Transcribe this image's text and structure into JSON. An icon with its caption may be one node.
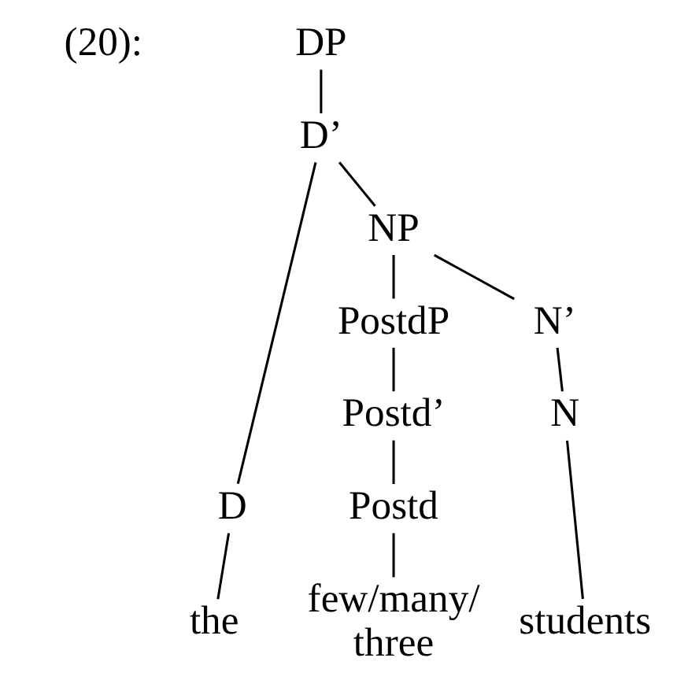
{
  "diagram": {
    "nodes": [
      {
        "text": [
          "DP"
        ]
      },
      {
        "text": [
          "D’"
        ]
      },
      {
        "text": [
          "D"
        ]
      },
      {
        "text": [
          "NP"
        ]
      },
      {
        "text": [
          "PostdP"
        ]
      },
      {
        "text": [
          "N’"
        ]
      },
      {
        "text": [
          "Postd’"
        ]
      },
      {
        "text": [
          "N"
        ]
      },
      {
        "text": [
          "Postd"
        ]
      },
      {
        "text": [
          "the"
        ]
      },
      {
        "text": [
          "few/many/ three"
        ]
      },
      {
        "text": [
          "students"
        ]
      }
    ],
    "edges": [
      {
        "from": 0,
        "to": 1,
        "arrow": "none"
      },
      {
        "from": 1,
        "to": 2,
        "arrow": "none"
      },
      {
        "from": 1,
        "to": 3,
        "arrow": "none"
      },
      {
        "from": 3,
        "to": 4,
        "arrow": "none"
      },
      {
        "from": 3,
        "to": 5,
        "arrow": "none"
      },
      {
        "from": 4,
        "to": 6,
        "arrow": "none"
      },
      {
        "from": 5,
        "to": 7,
        "arrow": "none"
      },
      {
        "from": 6,
        "to": 8,
        "arrow": "none"
      },
      {
        "from": 2,
        "to": 9,
        "arrow": "none"
      },
      {
        "from": 8,
        "to": 10,
        "arrow": "none"
      },
      {
        "from": 7,
        "to": 11,
        "arrow": "none"
      }
    ],
    "labels": [
      "(20):"
    ]
  }
}
